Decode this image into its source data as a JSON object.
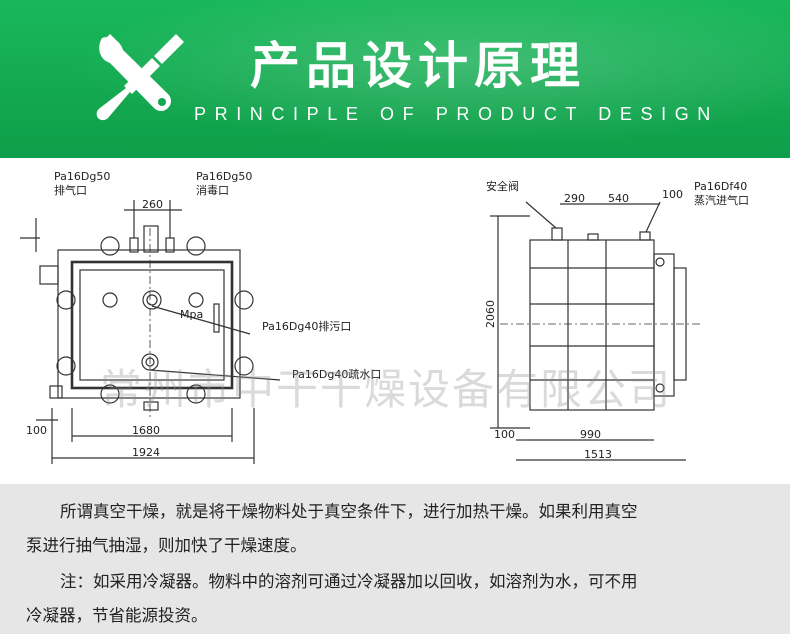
{
  "header": {
    "title": "产品设计原理",
    "subtitle": "PRINCIPLE OF PRODUCT DESIGN",
    "bg_color": "#12a84f",
    "icon": "wrench-screwdriver-icon"
  },
  "left_view": {
    "label_exhaust_spec": "Pa16Dg50",
    "label_exhaust": "排气口",
    "label_disinfect_spec": "Pa16Dg50",
    "label_disinfect": "消毒口",
    "dim_top": "260",
    "gauge_unit": "Mpa",
    "label_drain": "Pa16Dg40排污口",
    "label_water": "Pa16Dg40疏水口",
    "dim_side": "100",
    "dim_inner": "1680",
    "dim_outer": "1924"
  },
  "right_view": {
    "label_safety_valve": "安全阀",
    "dim_a": "290",
    "dim_b": "540",
    "dim_c": "100",
    "label_steam_spec": "Pa16Df40",
    "label_steam": "蒸汽进气口",
    "dim_height": "2060",
    "dim_side": "100",
    "dim_inner": "990",
    "dim_outer": "1513"
  },
  "watermark": "常州市中干干燥设备有限公司",
  "description": {
    "line1": "所谓真空干燥，就是将干燥物料处于真空条件下，进行加热干燥。如果利用真空",
    "line2": "泵进行抽气抽湿，则加快了干燥速度。",
    "line3": "注：如采用冷凝器。物料中的溶剂可通过冷凝器加以回收，如溶剂为水，可不用",
    "line4": "冷凝器，节省能源投资。"
  }
}
